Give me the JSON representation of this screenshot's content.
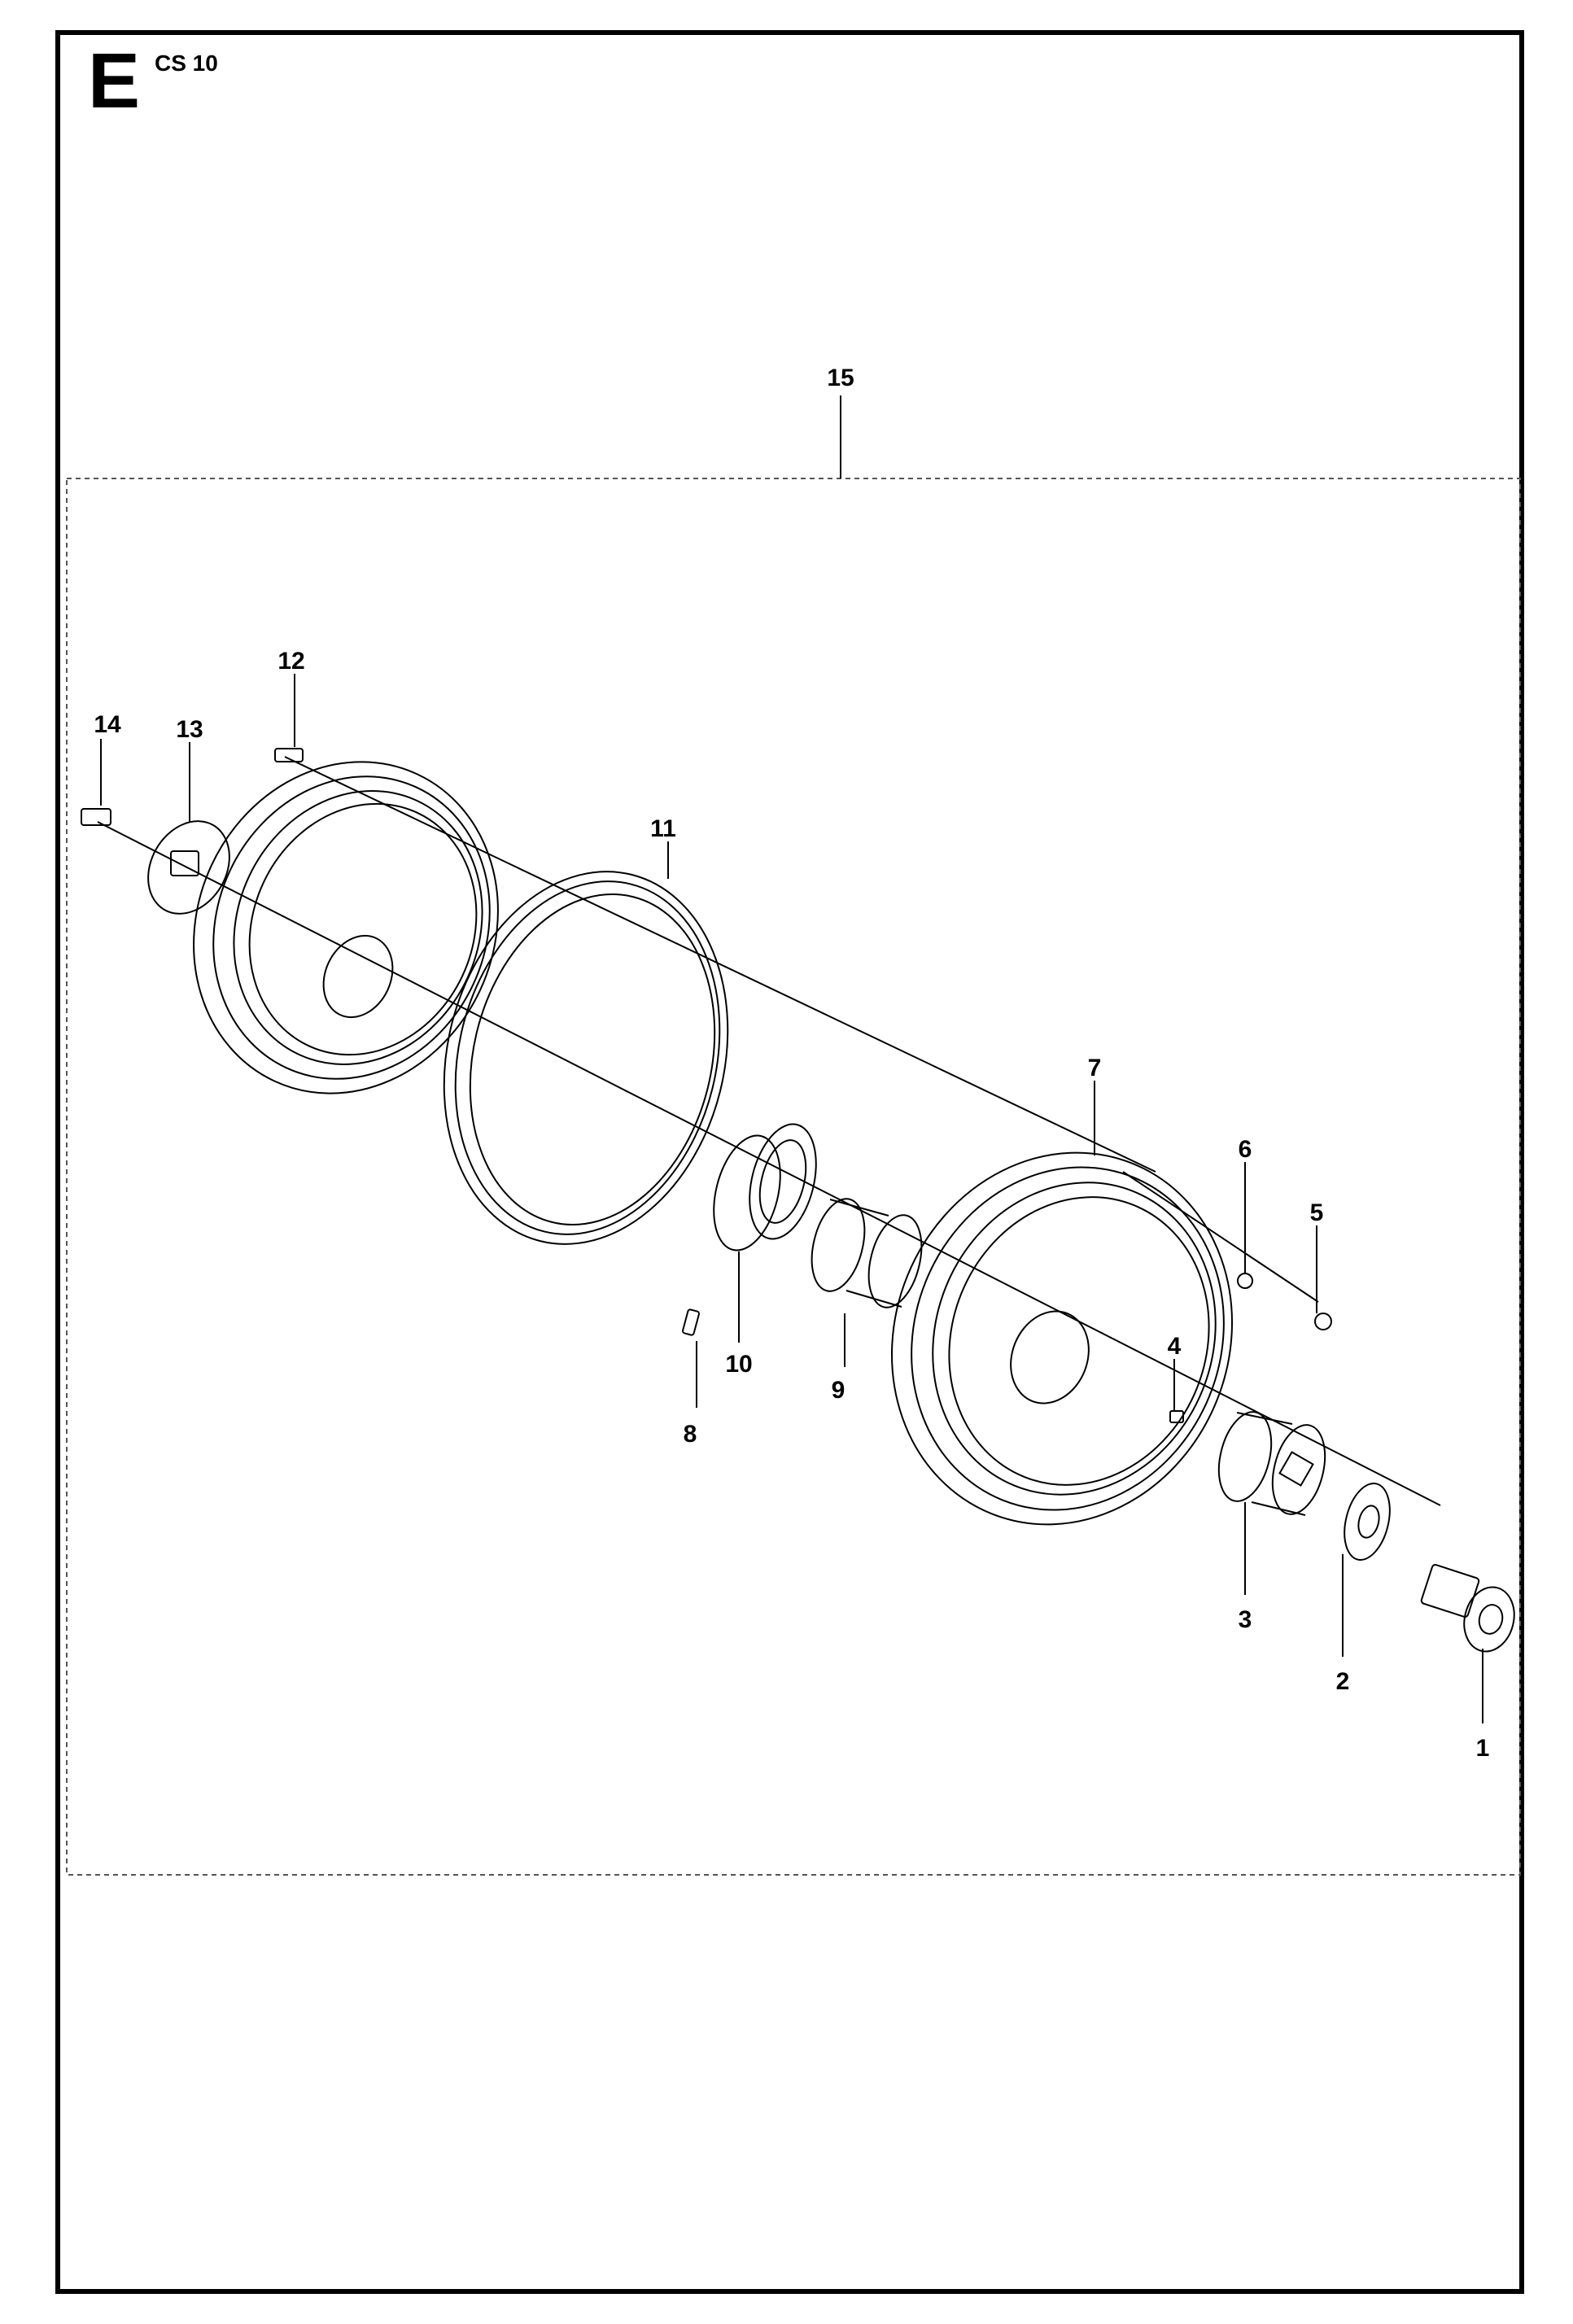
{
  "header": {
    "section_letter": "E",
    "model": "CS 10"
  },
  "callouts": [
    "1",
    "2",
    "3",
    "4",
    "5",
    "6",
    "7",
    "8",
    "9",
    "10",
    "11",
    "12",
    "13",
    "14",
    "15"
  ],
  "parts": [
    "plug-cap",
    "washer",
    "hex-adapter",
    "screw",
    "nut",
    "washer-small",
    "flange-right",
    "pin",
    "sleeve",
    "collar",
    "rubber-ring",
    "screw-left",
    "clamp-plate",
    "bolt",
    "reel-assembly"
  ]
}
